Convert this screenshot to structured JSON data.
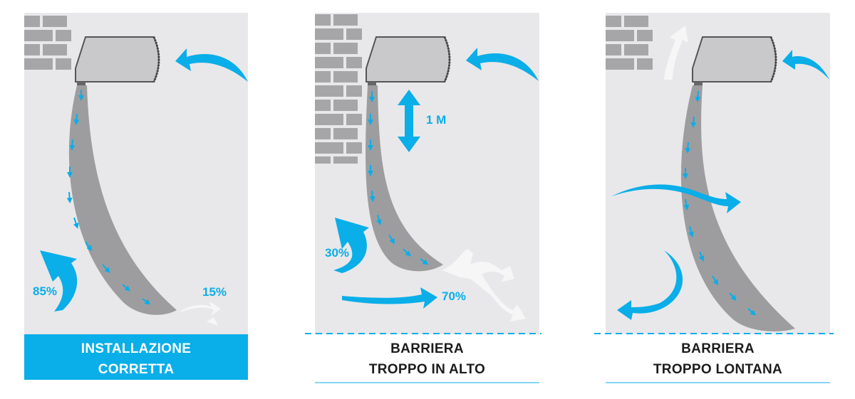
{
  "colors": {
    "accent_blue": "#0aaee8",
    "wall_bg": "#e8e8ea",
    "brick": "#a6a6a8",
    "unit_body": "#c9c9cb",
    "flow_gray": "#9d9da0",
    "escape_white": "#f6f6f7"
  },
  "panels": [
    {
      "id": "correct",
      "caption_line1": "INSTALLAZIONE",
      "caption_line2": "CORRETTA",
      "label_return": "85%",
      "label_escape": "15%"
    },
    {
      "id": "too-high",
      "caption_line1": "BARRIERA",
      "caption_line2": "TROPPO IN ALTO",
      "label_height": "1 M",
      "label_return": "30%",
      "label_escape": "70%"
    },
    {
      "id": "too-far",
      "caption_line1": "BARRIERA",
      "caption_line2": "TROPPO LONTANA"
    }
  ],
  "icons": [
    "brick-wall-icon",
    "air-curtain-unit-icon",
    "air-flow-arrow-icon",
    "double-arrow-icon"
  ]
}
